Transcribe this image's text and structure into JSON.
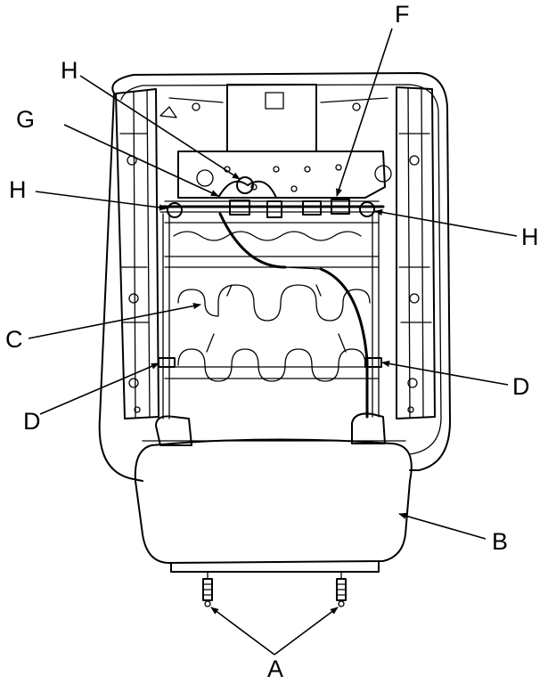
{
  "diagram": {
    "callouts": {
      "a": "A",
      "b": "B",
      "c": "C",
      "d_left": "D",
      "d_right": "D",
      "f": "F",
      "g": "G",
      "h_top": "H",
      "h_left": "H",
      "h_right": "H"
    }
  }
}
